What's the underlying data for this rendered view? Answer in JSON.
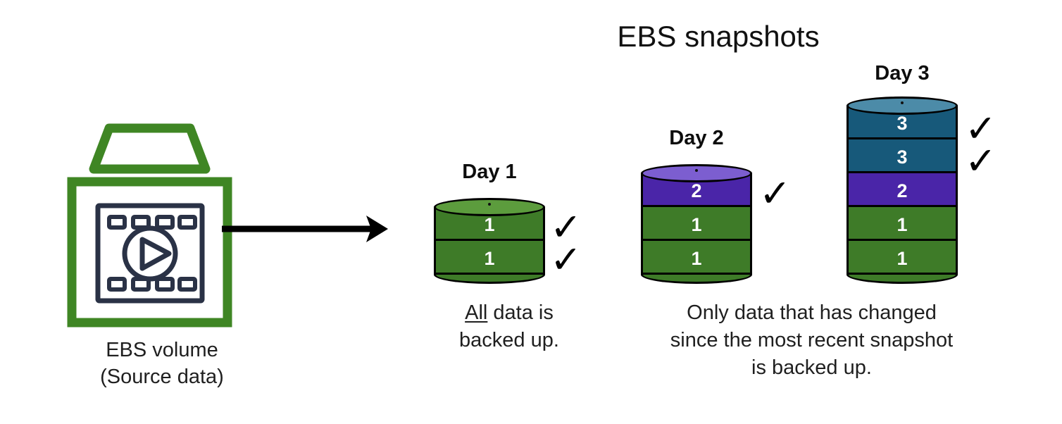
{
  "title": "EBS snapshots",
  "source": {
    "icon_name": "ebs-volume-icon",
    "label_line1": "EBS volume",
    "label_line2": "(Source data)"
  },
  "arrow": {
    "name": "flow-arrow",
    "direction": "right"
  },
  "colors": {
    "green_body": "#3E7B28",
    "green_top": "#5C9C3D",
    "purple_body": "#4A25A8",
    "purple_top": "#7C5ED0",
    "teal_body": "#17597A",
    "teal_top": "#4C8BA8",
    "icon_green": "#3F8624",
    "icon_navy": "#2A3246",
    "outline": "#000000",
    "text": "#1f1f1f"
  },
  "stacks": [
    {
      "label": "Day 1",
      "name": "day-1-snapshot",
      "checkmarks": 2,
      "check_symbol": "✓",
      "segments": [
        {
          "value": "1",
          "color": "green"
        },
        {
          "value": "1",
          "color": "green"
        }
      ]
    },
    {
      "label": "Day 2",
      "name": "day-2-snapshot",
      "checkmarks": 1,
      "check_symbol": "✓",
      "segments": [
        {
          "value": "2",
          "color": "purple"
        },
        {
          "value": "1",
          "color": "green"
        },
        {
          "value": "1",
          "color": "green"
        }
      ]
    },
    {
      "label": "Day 3",
      "name": "day-3-snapshot",
      "checkmarks": 2,
      "check_symbol": "✓",
      "segments": [
        {
          "value": "3",
          "color": "teal"
        },
        {
          "value": "3",
          "color": "teal"
        },
        {
          "value": "2",
          "color": "purple"
        },
        {
          "value": "1",
          "color": "green"
        },
        {
          "value": "1",
          "color": "green"
        }
      ]
    }
  ],
  "captions": {
    "left": {
      "underlined_word": "All",
      "rest_line1": " data is",
      "line2": "backed up."
    },
    "right": {
      "line1": "Only data that has changed",
      "line2": "since the most recent snapshot",
      "line3": "is backed up."
    }
  }
}
